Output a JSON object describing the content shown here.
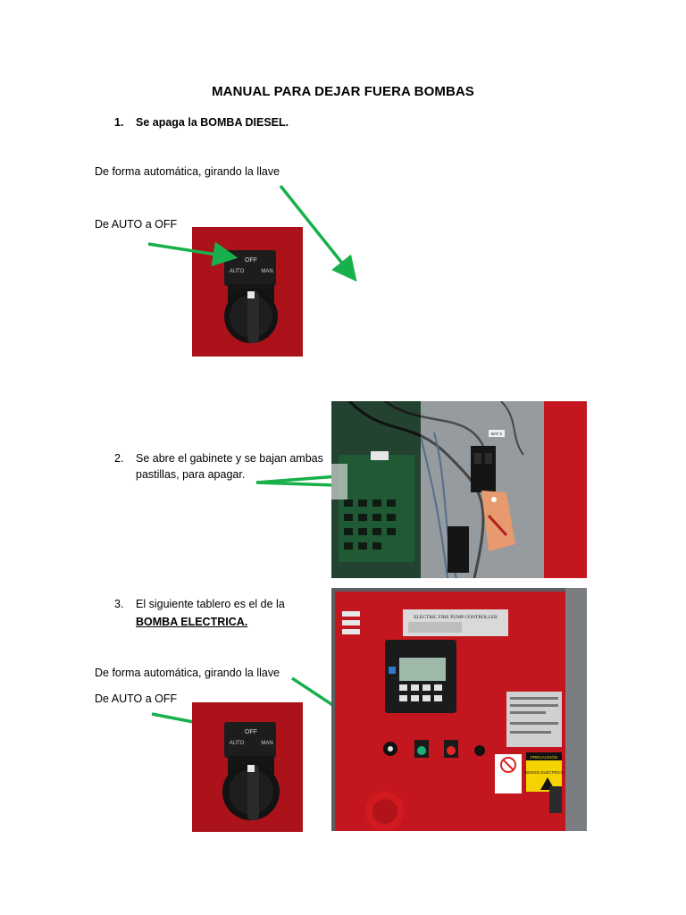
{
  "document": {
    "title": "MANUAL PARA DEJAR FUERA BOMBAS",
    "step1": {
      "number": "1.",
      "text": "Se apaga la BOMBA DIESEL.",
      "line_a": "De forma automática, girando la llave",
      "line_b": "De AUTO a OFF"
    },
    "step2": {
      "number": "2.",
      "line1": "Se abre el gabinete y se bajan ambas",
      "line2": "pastillas, para apagar."
    },
    "step3": {
      "number": "3.",
      "line1": "El siguiente tablero es el de la",
      "line2": "BOMBA ELECTRICA.",
      "line_a": "De forma automática, girando la llave",
      "line_b": "De AUTO a OFF"
    }
  },
  "switch_labels": {
    "off": "OFF",
    "auto": "AUTO",
    "man": "MAN"
  },
  "panel_labels": {
    "nameplate": "ELECTRIC FIRE PUMP CONTROLLER",
    "breaker_tag": "BAT 2",
    "warning_sign": "PRECAUCIÓN",
    "warning_text": "RIESGO ELECTRICO"
  },
  "colors": {
    "arrow": "#18b04a",
    "panel_red": "#c4161e",
    "switch_red": "#b5141c",
    "text": "#000000"
  }
}
